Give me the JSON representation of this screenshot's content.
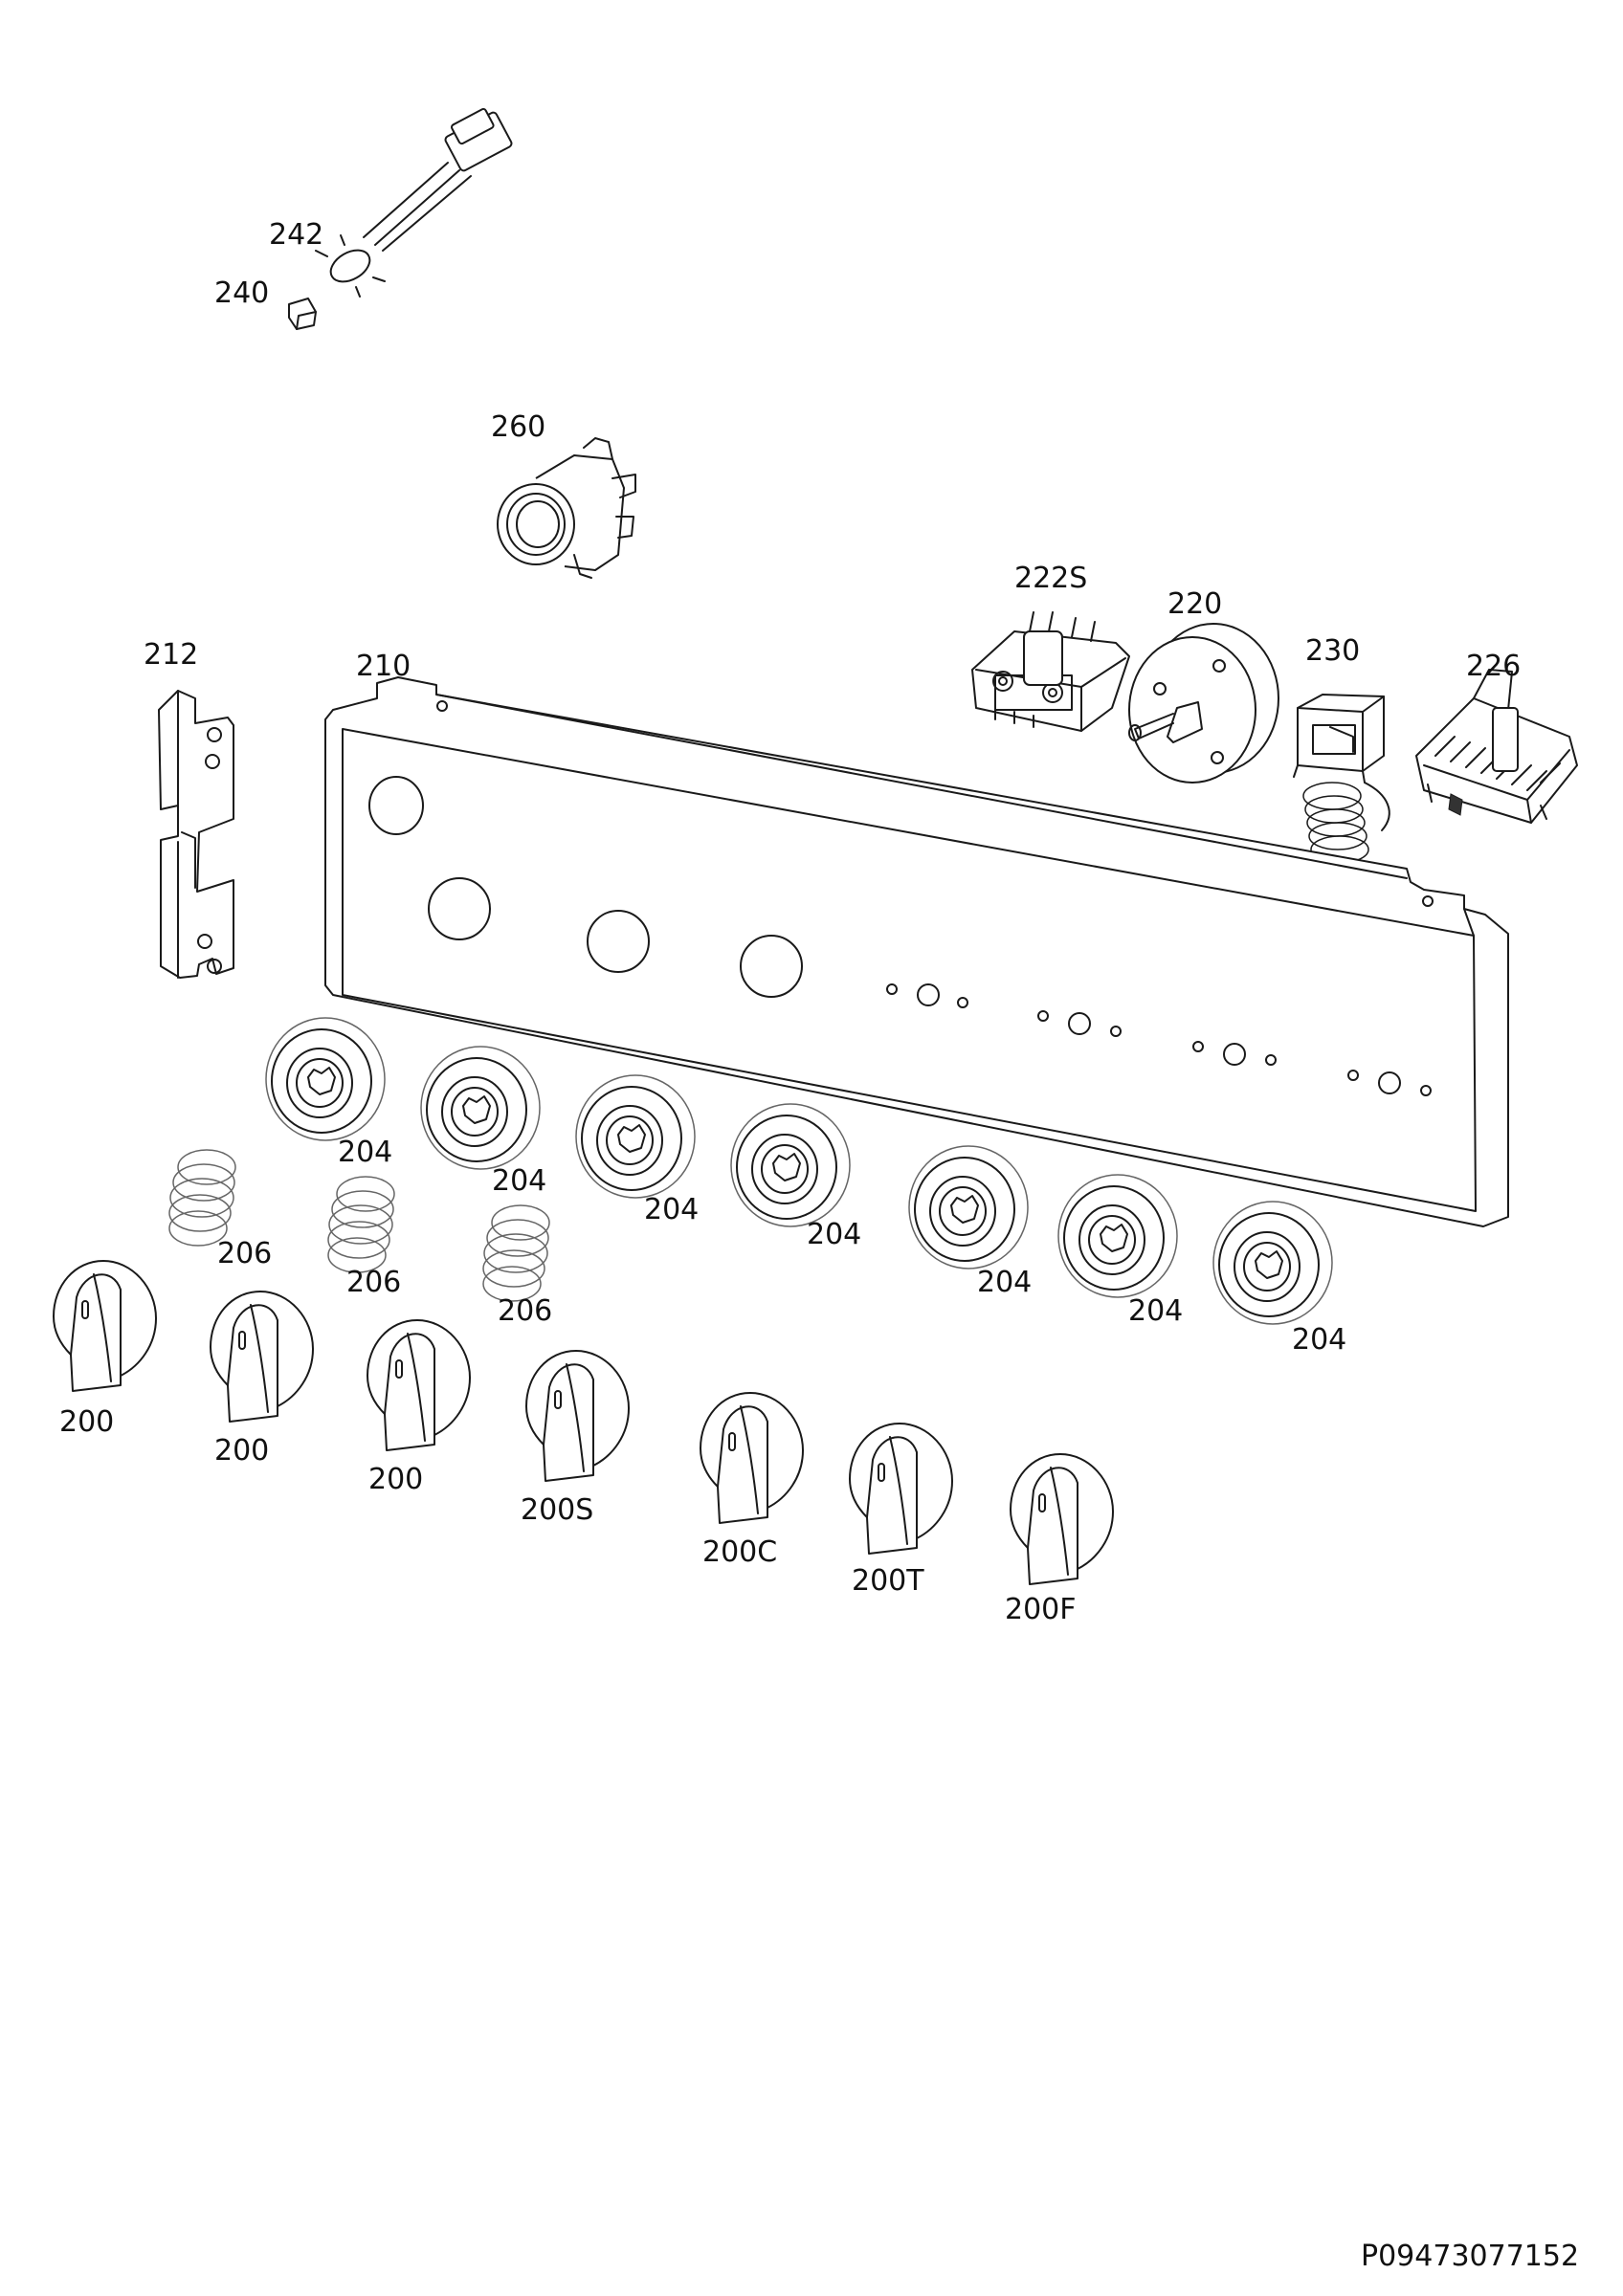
{
  "colors": {
    "line": "#1a1a1a",
    "background": "#ffffff",
    "text": "#111111"
  },
  "labels": {
    "p242": "242",
    "p240": "240",
    "p260": "260",
    "p222S": "222S",
    "p220": "220",
    "p230": "230",
    "p226": "226",
    "p212": "212",
    "p210": "210",
    "p204": "204",
    "p206": "206",
    "p200": "200",
    "p200S": "200S",
    "p200C": "200C",
    "p200T": "200T",
    "p200F": "200F"
  },
  "drawing_code": "P09473077152"
}
